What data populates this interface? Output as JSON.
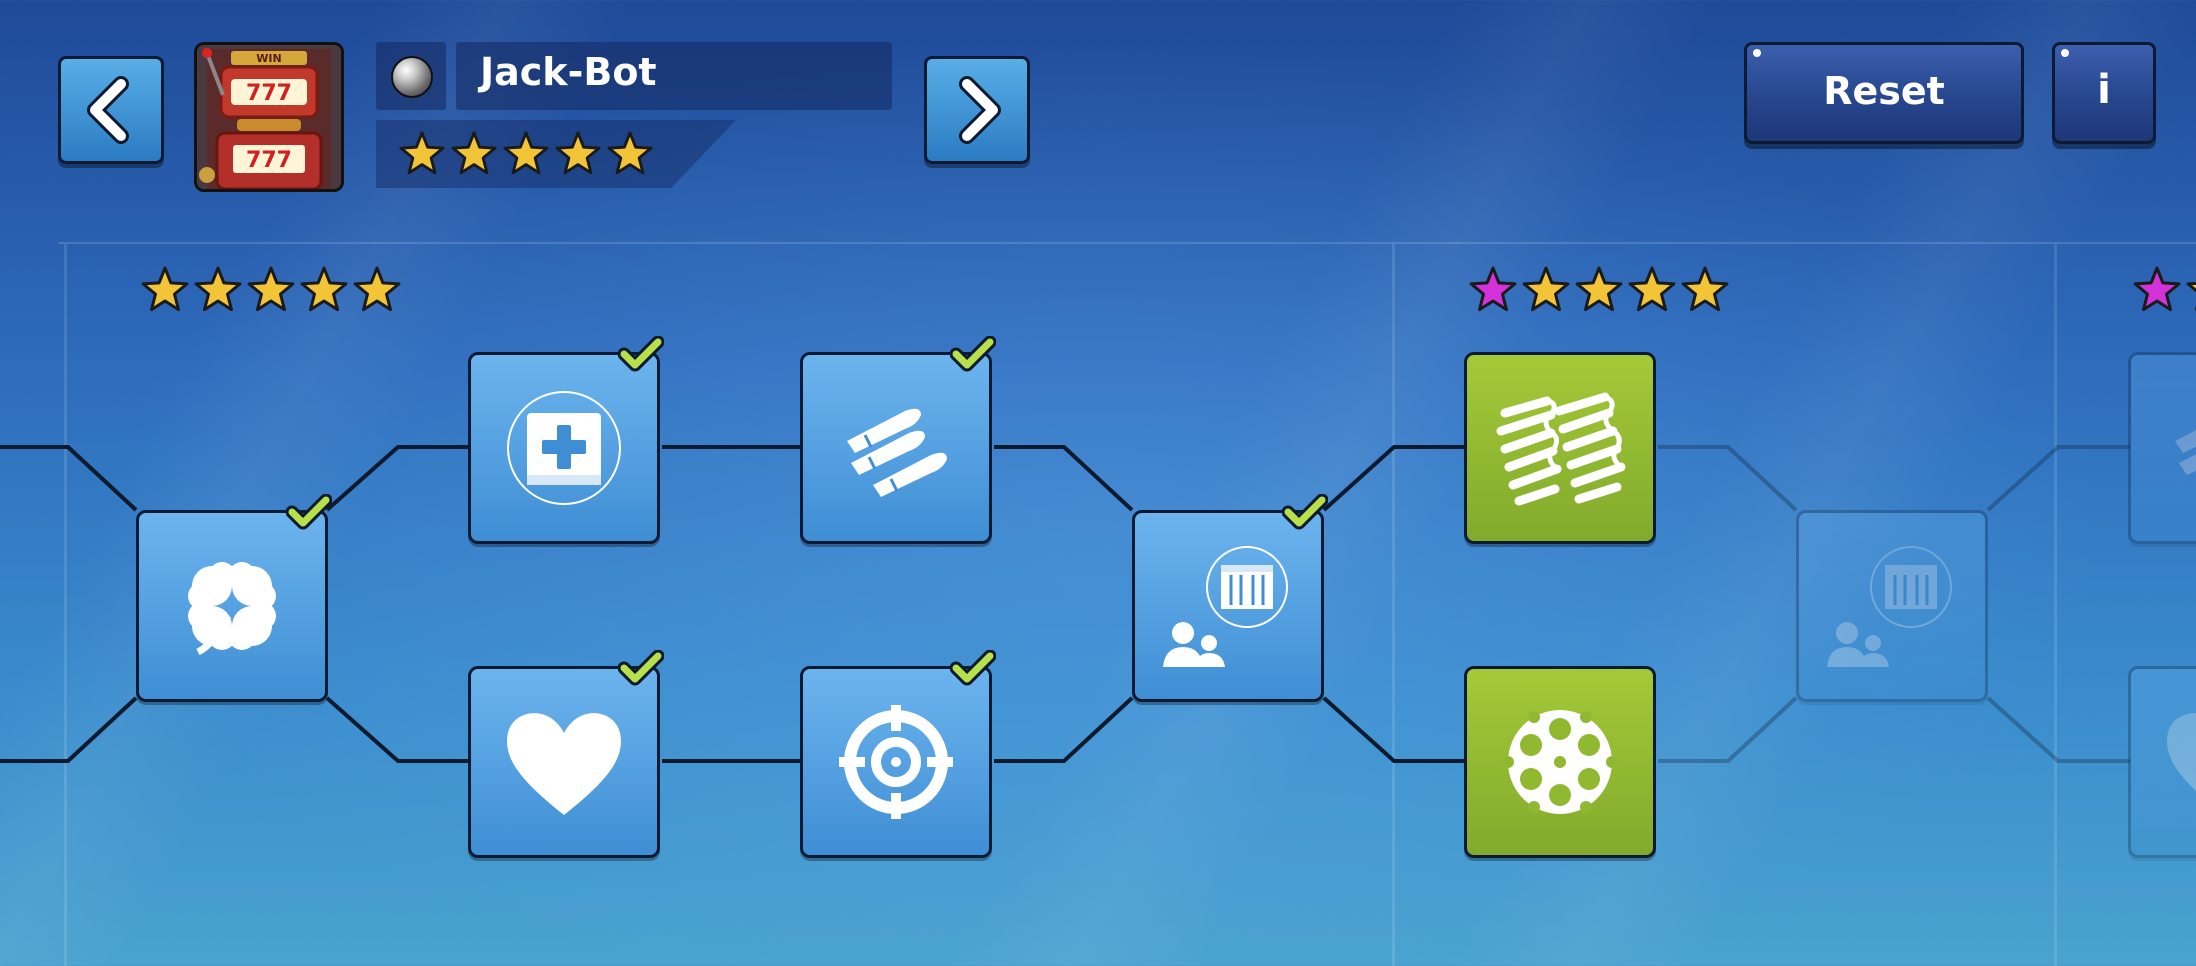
{
  "header": {
    "back_icon": "chevron-left-icon",
    "forward_icon": "chevron-right-icon",
    "character_name": "Jack-Bot",
    "character_avatar": "slot-machine-robot",
    "avatar_text": {
      "top_sign": "WIN",
      "reel1": "777",
      "reel2": "777"
    },
    "ball_icon": "metal-ball-icon",
    "character_stars": 5,
    "reset_label": "Reset",
    "info_label": "i"
  },
  "tiers": [
    {
      "stars": [
        {
          "color": "gold"
        },
        {
          "color": "gold"
        },
        {
          "color": "gold"
        },
        {
          "color": "gold"
        },
        {
          "color": "gold"
        }
      ]
    },
    {
      "stars": [
        {
          "color": "magenta"
        },
        {
          "color": "gold"
        },
        {
          "color": "gold"
        },
        {
          "color": "gold"
        },
        {
          "color": "gold"
        }
      ]
    },
    {
      "stars": [
        {
          "color": "magenta"
        },
        {
          "color": "gold"
        }
      ]
    }
  ],
  "skill_nodes": [
    {
      "icon": "clover-icon",
      "state": "unlocked",
      "checked": true
    },
    {
      "icon": "medkit-icon",
      "state": "unlocked",
      "checked": true
    },
    {
      "icon": "heart-icon",
      "state": "unlocked",
      "checked": true
    },
    {
      "icon": "bullets-icon",
      "state": "unlocked",
      "checked": true
    },
    {
      "icon": "target-icon",
      "state": "unlocked",
      "checked": true
    },
    {
      "icon": "team-crate-icon",
      "state": "unlocked",
      "checked": true
    },
    {
      "icon": "springs-icon",
      "state": "available",
      "checked": false
    },
    {
      "icon": "revolver-cylinder-icon",
      "state": "available",
      "checked": false
    },
    {
      "icon": "team-crate-icon",
      "state": "locked",
      "checked": false
    },
    {
      "icon": "bullets-icon",
      "state": "locked",
      "checked": false
    },
    {
      "icon": "heart-icon",
      "state": "locked",
      "checked": false
    }
  ],
  "colors": {
    "gold_star": "#f2c438",
    "magenta_star": "#d232d8",
    "check": "#b8e04a",
    "node_blue": "#4f9ee0",
    "node_green": "#94bb30",
    "navy_button": "#2a4a93"
  }
}
